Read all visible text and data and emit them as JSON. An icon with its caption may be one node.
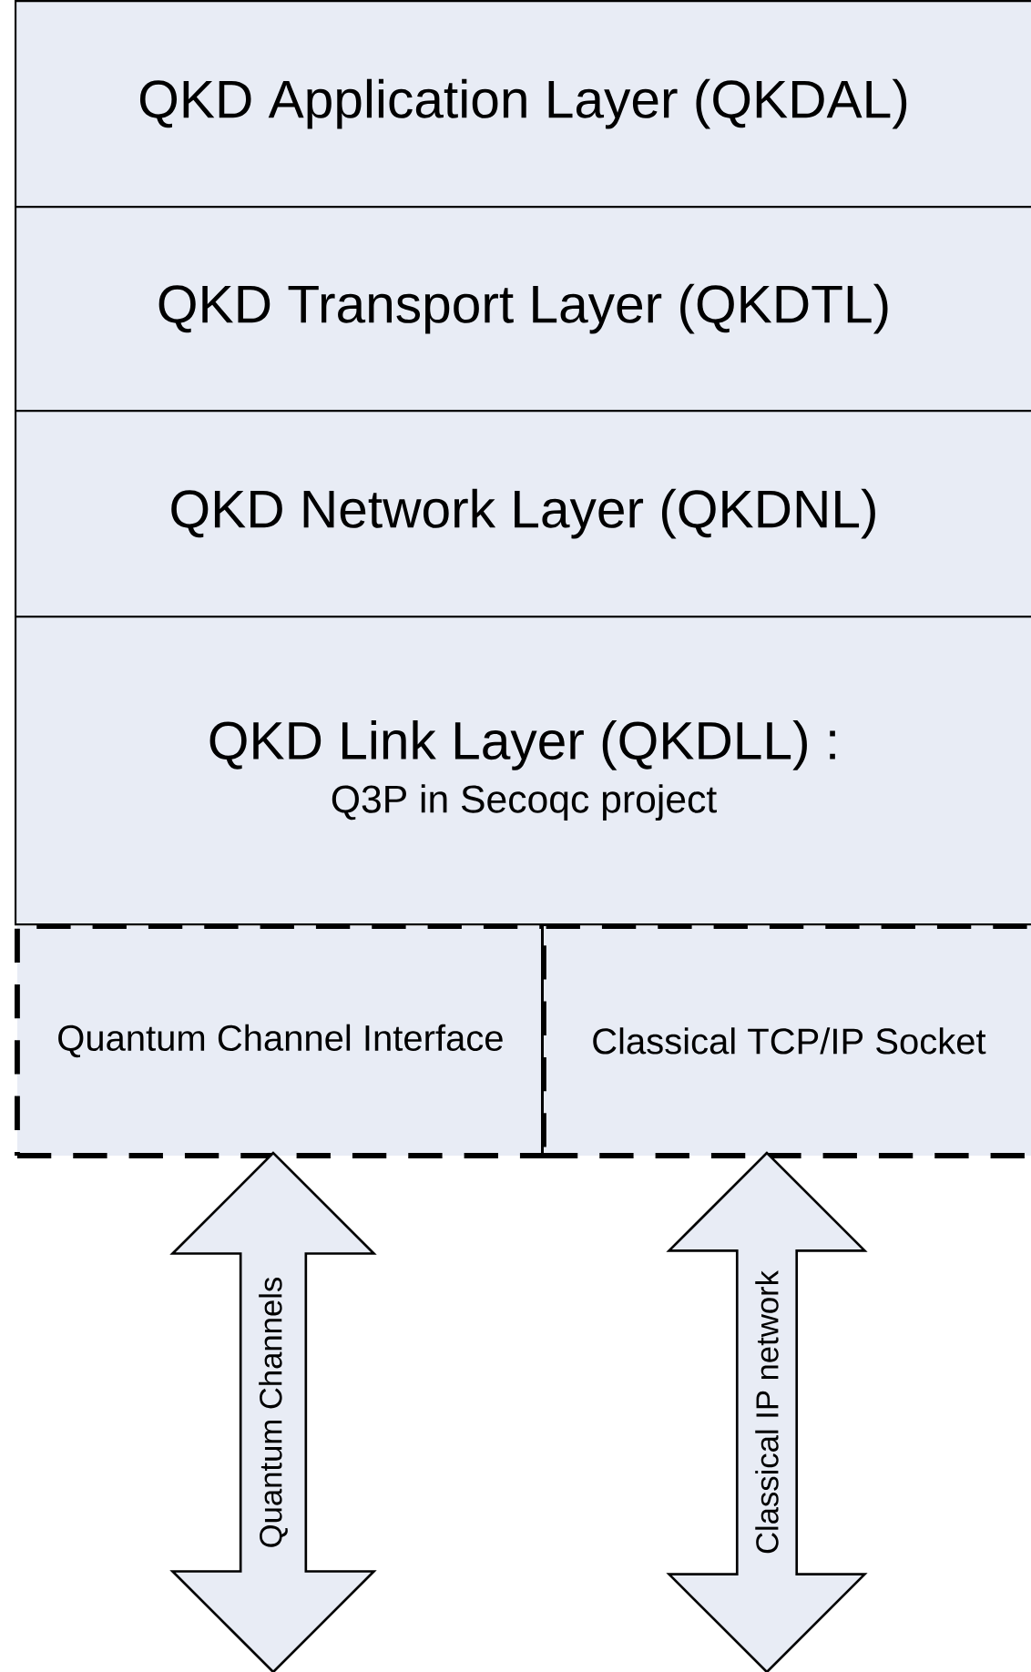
{
  "diagram": {
    "nodes": [
      {
        "text": [
          "QKD Application Layer (QKDAL)"
        ]
      },
      {
        "text": [
          "QKD Transport Layer (QKDTL)"
        ]
      },
      {
        "text": [
          "QKD Network Layer (QKDNL)"
        ]
      },
      {
        "text": [
          "QKD Link Layer (QKDLL) :",
          "Q3P in Secoqc project"
        ]
      },
      {
        "text": [
          "Quantum Channel Interface"
        ]
      },
      {
        "text": [
          "Classical TCP/IP Socket"
        ]
      },
      {
        "text": [
          "Quantum Channels"
        ]
      },
      {
        "text": [
          "Classical IP network"
        ]
      }
    ]
  }
}
